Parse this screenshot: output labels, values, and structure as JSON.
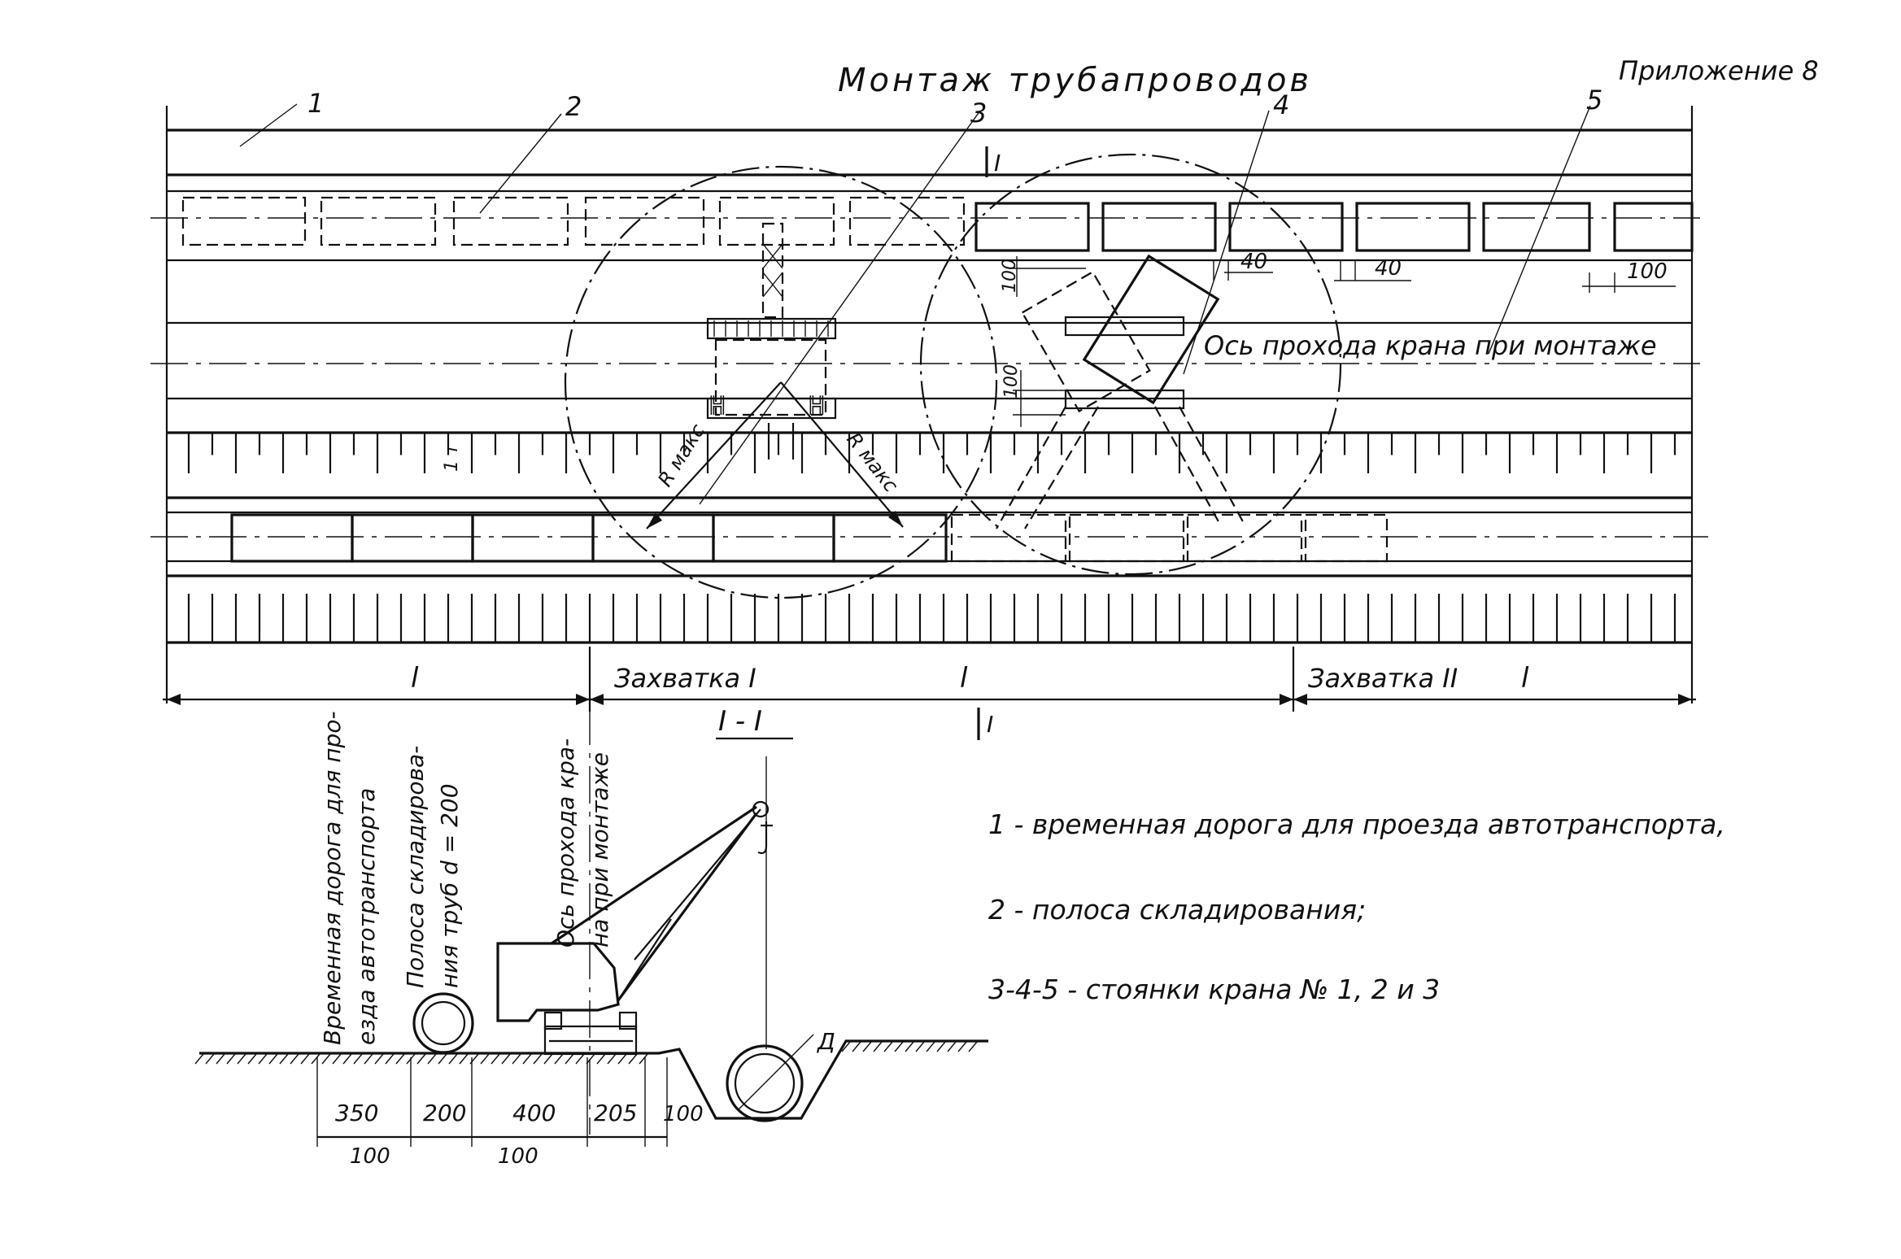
{
  "title": "Монтаж трубапроводов",
  "appendix": "Приложение 8",
  "callouts": [
    "1",
    "2",
    "3",
    "4",
    "5"
  ],
  "section_mark": "I",
  "section_title": "I - I",
  "crane_axis_label": "Ось прохода крана при монтаже",
  "r_max_label": "R макс",
  "gap_label": "1 т",
  "dims_plan": {
    "gap_top": "100",
    "gap_mid": "100",
    "d40a": "40",
    "d40b": "40",
    "d100": "100"
  },
  "stages": {
    "l_label": "l",
    "zakhvatka1": "Захватка I",
    "zakhvatka2": "Захватка II"
  },
  "section_labels": {
    "road": [
      "Временная дорога для про-",
      "езда автотранспорта"
    ],
    "strip": [
      "Полоса складирова-",
      "ния труб d = 200"
    ],
    "axis": [
      "Ось прохода кра-",
      "на при монтаже"
    ]
  },
  "section_dims": {
    "top": [
      "350",
      "200",
      "400",
      "205",
      "100"
    ],
    "bottom": [
      "100",
      "100"
    ],
    "pipe_d": "Д"
  },
  "legend": [
    "1 - временная дорога для проезда автотранспорта,",
    "2 - полоса складирования;",
    "3-4-5 - стоянки крана  № 1, 2 и 3"
  ]
}
